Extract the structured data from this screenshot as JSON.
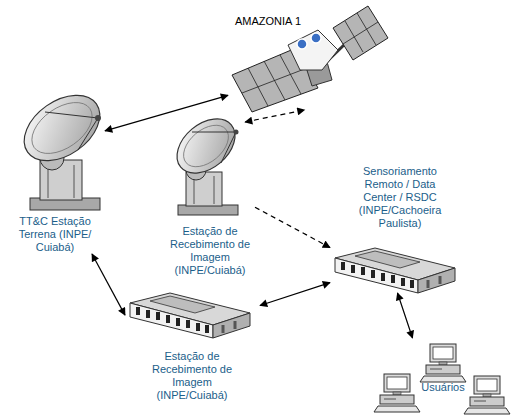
{
  "diagram": {
    "nodes": [
      {
        "text": [
          "AMAZONIA 1"
        ]
      },
      {
        "text": [
          "TT&C Estação Terrena (INPE/ Cuiabá)"
        ]
      },
      {
        "text": [
          "Estação de Recebimento de Imagem (INPE/Cuiabá)"
        ]
      },
      {
        "text": [
          "Sensoriamento Remoto / Data Center / RSDC (INPE/Cachoeira Paulista)"
        ]
      },
      {
        "text": [
          "Estação de Recebimento de Imagem (INPE/Cuiabá)"
        ]
      },
      {
        "text": [
          "Usuários"
        ]
      }
    ],
    "edges": [
      {
        "from": 1,
        "to": 0,
        "arrow": "both"
      },
      {
        "from": 2,
        "to": 0,
        "arrow": "both"
      },
      {
        "from": 2,
        "to": 3,
        "arrow": "to"
      },
      {
        "from": 1,
        "to": 4,
        "arrow": "both"
      },
      {
        "from": 4,
        "to": 3,
        "arrow": "both"
      },
      {
        "from": 3,
        "to": 5,
        "arrow": "both"
      }
    ]
  }
}
